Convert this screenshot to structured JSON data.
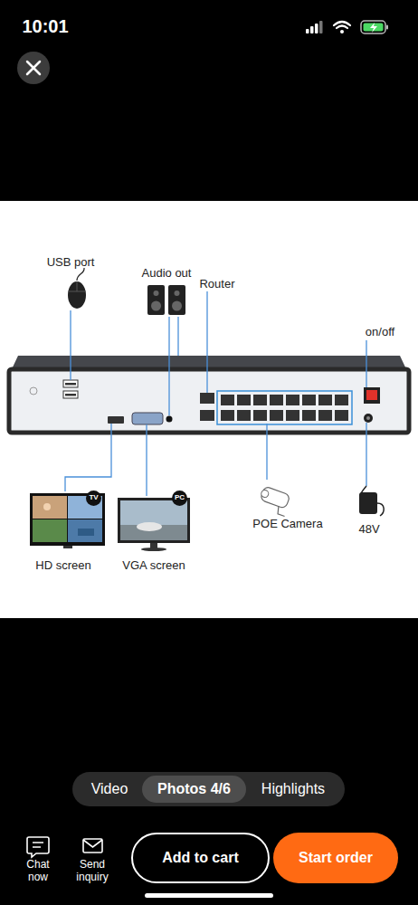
{
  "diagram": {
    "nodes": [
      {
        "text": [
          "TV"
        ]
      },
      {
        "text": [
          "PC"
        ]
      },
      {
        "text": [
          "Video",
          "Highlights"
        ]
      },
      {
        "text": [
          "Photos 4/6"
        ],
        "in": 2
      },
      {
        "text": [
          "Add to cart"
        ]
      },
      {
        "text": [
          "Start order"
        ]
      }
    ],
    "labels": [
      "10:01",
      "USB port",
      "Audio out",
      "Router",
      "on/off",
      "HD screen",
      "VGA screen",
      "POE Camera",
      "48V",
      "Chat now",
      "Send inquiry"
    ]
  }
}
